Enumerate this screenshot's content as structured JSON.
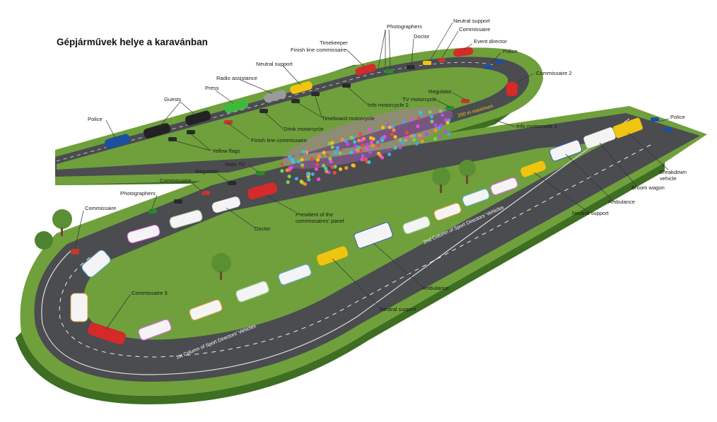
{
  "title": "Gépjárművek helye a karavánban",
  "labels": {
    "police_left": "Police",
    "guests": "Guests",
    "press": "Press",
    "radio_assistance": "Radio assistance",
    "neutral_support_top": "Neutral support",
    "timekeeper": "Timekeeper",
    "finish_line_commissaire_top": "Finish line commissaire",
    "photographers_top": "Photographers",
    "doctor_top": "Doctor",
    "neutral_support_top_right": "Neutral support",
    "commissaire_top": "Commissaire",
    "event_director": "Event director",
    "police_top": "Police",
    "commissaire_2": "Commissaire 2",
    "regulator_right": "Regulator",
    "tv_motorcycle": "TV motorcycle",
    "info_motorcycle_2": "Info motorcycle 2",
    "timeboard_motorcycle": "Timeboard motorcycle",
    "drink_motorcycle": "Drink motorcycle",
    "finish_line_commissaire": "Finish line commissaire",
    "yellow_flags": "Yellow flags",
    "info_motorcycle_1": "Info motorcycle 1",
    "moto_tv": "Moto TV",
    "regulator_left": "Regulator",
    "commissaire_mid": "Commissaire",
    "photographers_left": "Photographers",
    "commissaire_left": "Commissaire",
    "president_line1": "President of the",
    "president_line2": "commissaires' panel",
    "doctor_mid": "Doctor",
    "police_right": "Police",
    "breakdown_line1": "Breakdown",
    "breakdown_line2": "vehicle",
    "broom_wagon": "Broom wagon",
    "ambulance_right": "Ambulance",
    "neutral_support_right": "Neutral support",
    "ambulance_mid": "Ambulance",
    "neutral_support_bottom": "Neutral support",
    "commissaire_3": "Commissaire 3",
    "column_1": "1st Column of Sport Directors' Vehicles",
    "column_2": "2nd Column of Sport Directors' Vehicles",
    "road_marking": "200 m maximum"
  },
  "colors": {
    "road": "#4a4c50",
    "grass": "#6fa03c",
    "grass_side": "#3d6e22",
    "road_edge": "#d8d8d8",
    "police": "#1d4fa0",
    "commissaire_red": "#d42a2a",
    "neutral_yellow": "#f1c40f",
    "press_green": "#3dba3d",
    "team_car_white": "#f4f4f4",
    "label_line": "#333333"
  }
}
